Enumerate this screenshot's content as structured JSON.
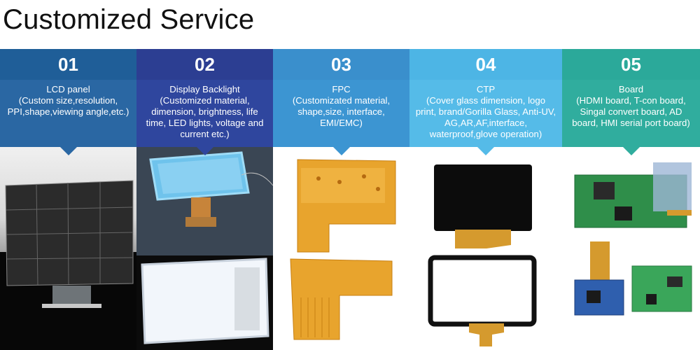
{
  "page": {
    "title": "Customized Service"
  },
  "columns": [
    {
      "num": "01",
      "title": "LCD panel",
      "desc": "(Custom size,resolution, PPI,shape,viewing angle,etc.)",
      "num_bg": "#1f5e98",
      "desc_bg": "#2a67a3",
      "image": "lcd-panel-photo"
    },
    {
      "num": "02",
      "title": "Display Backlight",
      "desc": "(Customized material, dimension, brightness, life time, LED lights, voltage and current etc.)",
      "num_bg": "#2c3e92",
      "desc_bg": "#2f469e",
      "image": "backlight-photo"
    },
    {
      "num": "03",
      "title": "FPC",
      "desc": "(Customizated material, shape,size, interface, EMI/EMC)",
      "num_bg": "#3a8fcc",
      "desc_bg": "#3c95d2",
      "image": "fpc-photo"
    },
    {
      "num": "04",
      "title": "CTP",
      "desc": "(Cover glass dimension, logo print, brand/Gorilla Glass, Anti-UV, AG,AR,AF,interface, waterproof,glove operation)",
      "num_bg": "#4db5e5",
      "desc_bg": "#55bbe8",
      "image": "ctp-photo"
    },
    {
      "num": "05",
      "title": "Board",
      "desc": "(HDMI board, T-con board, Singal convert board, AD board, HMI serial port board)",
      "num_bg": "#2ba99a",
      "desc_bg": "#30ad9e",
      "image": "board-photo"
    }
  ]
}
